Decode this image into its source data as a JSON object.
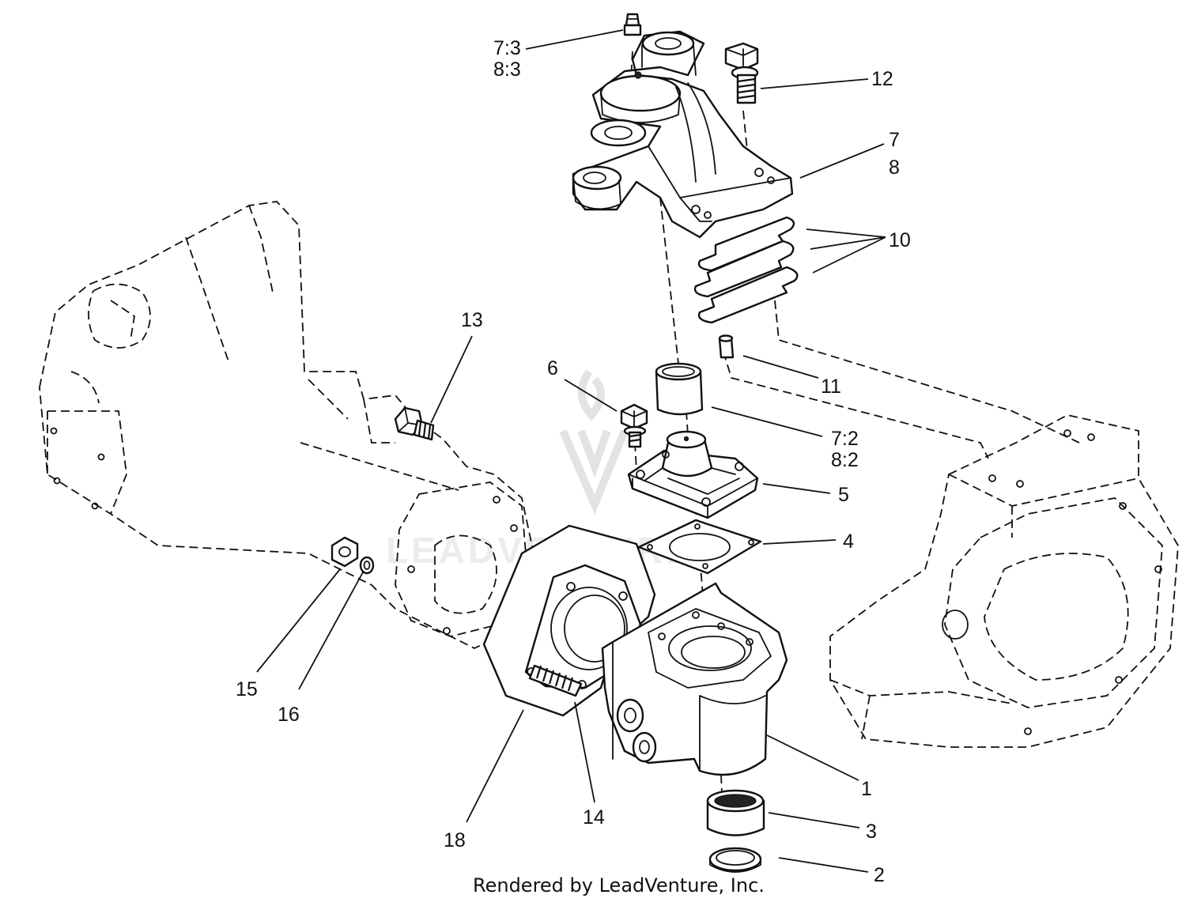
{
  "callouts": {
    "c1": "1",
    "c2": "2",
    "c3": "3",
    "c4": "4",
    "c5": "5",
    "c6": "6",
    "c7": "7",
    "c8": "8",
    "c10": "10",
    "c11": "11",
    "c12": "12",
    "c13": "13",
    "c14": "14",
    "c15": "15",
    "c16": "16",
    "c18": "18",
    "c73": "7:3",
    "c83": "8:3",
    "c72": "7:2",
    "c82": "8:2"
  },
  "watermark": "LEADVENTURE",
  "credit": "Rendered by LeadVenture, Inc."
}
